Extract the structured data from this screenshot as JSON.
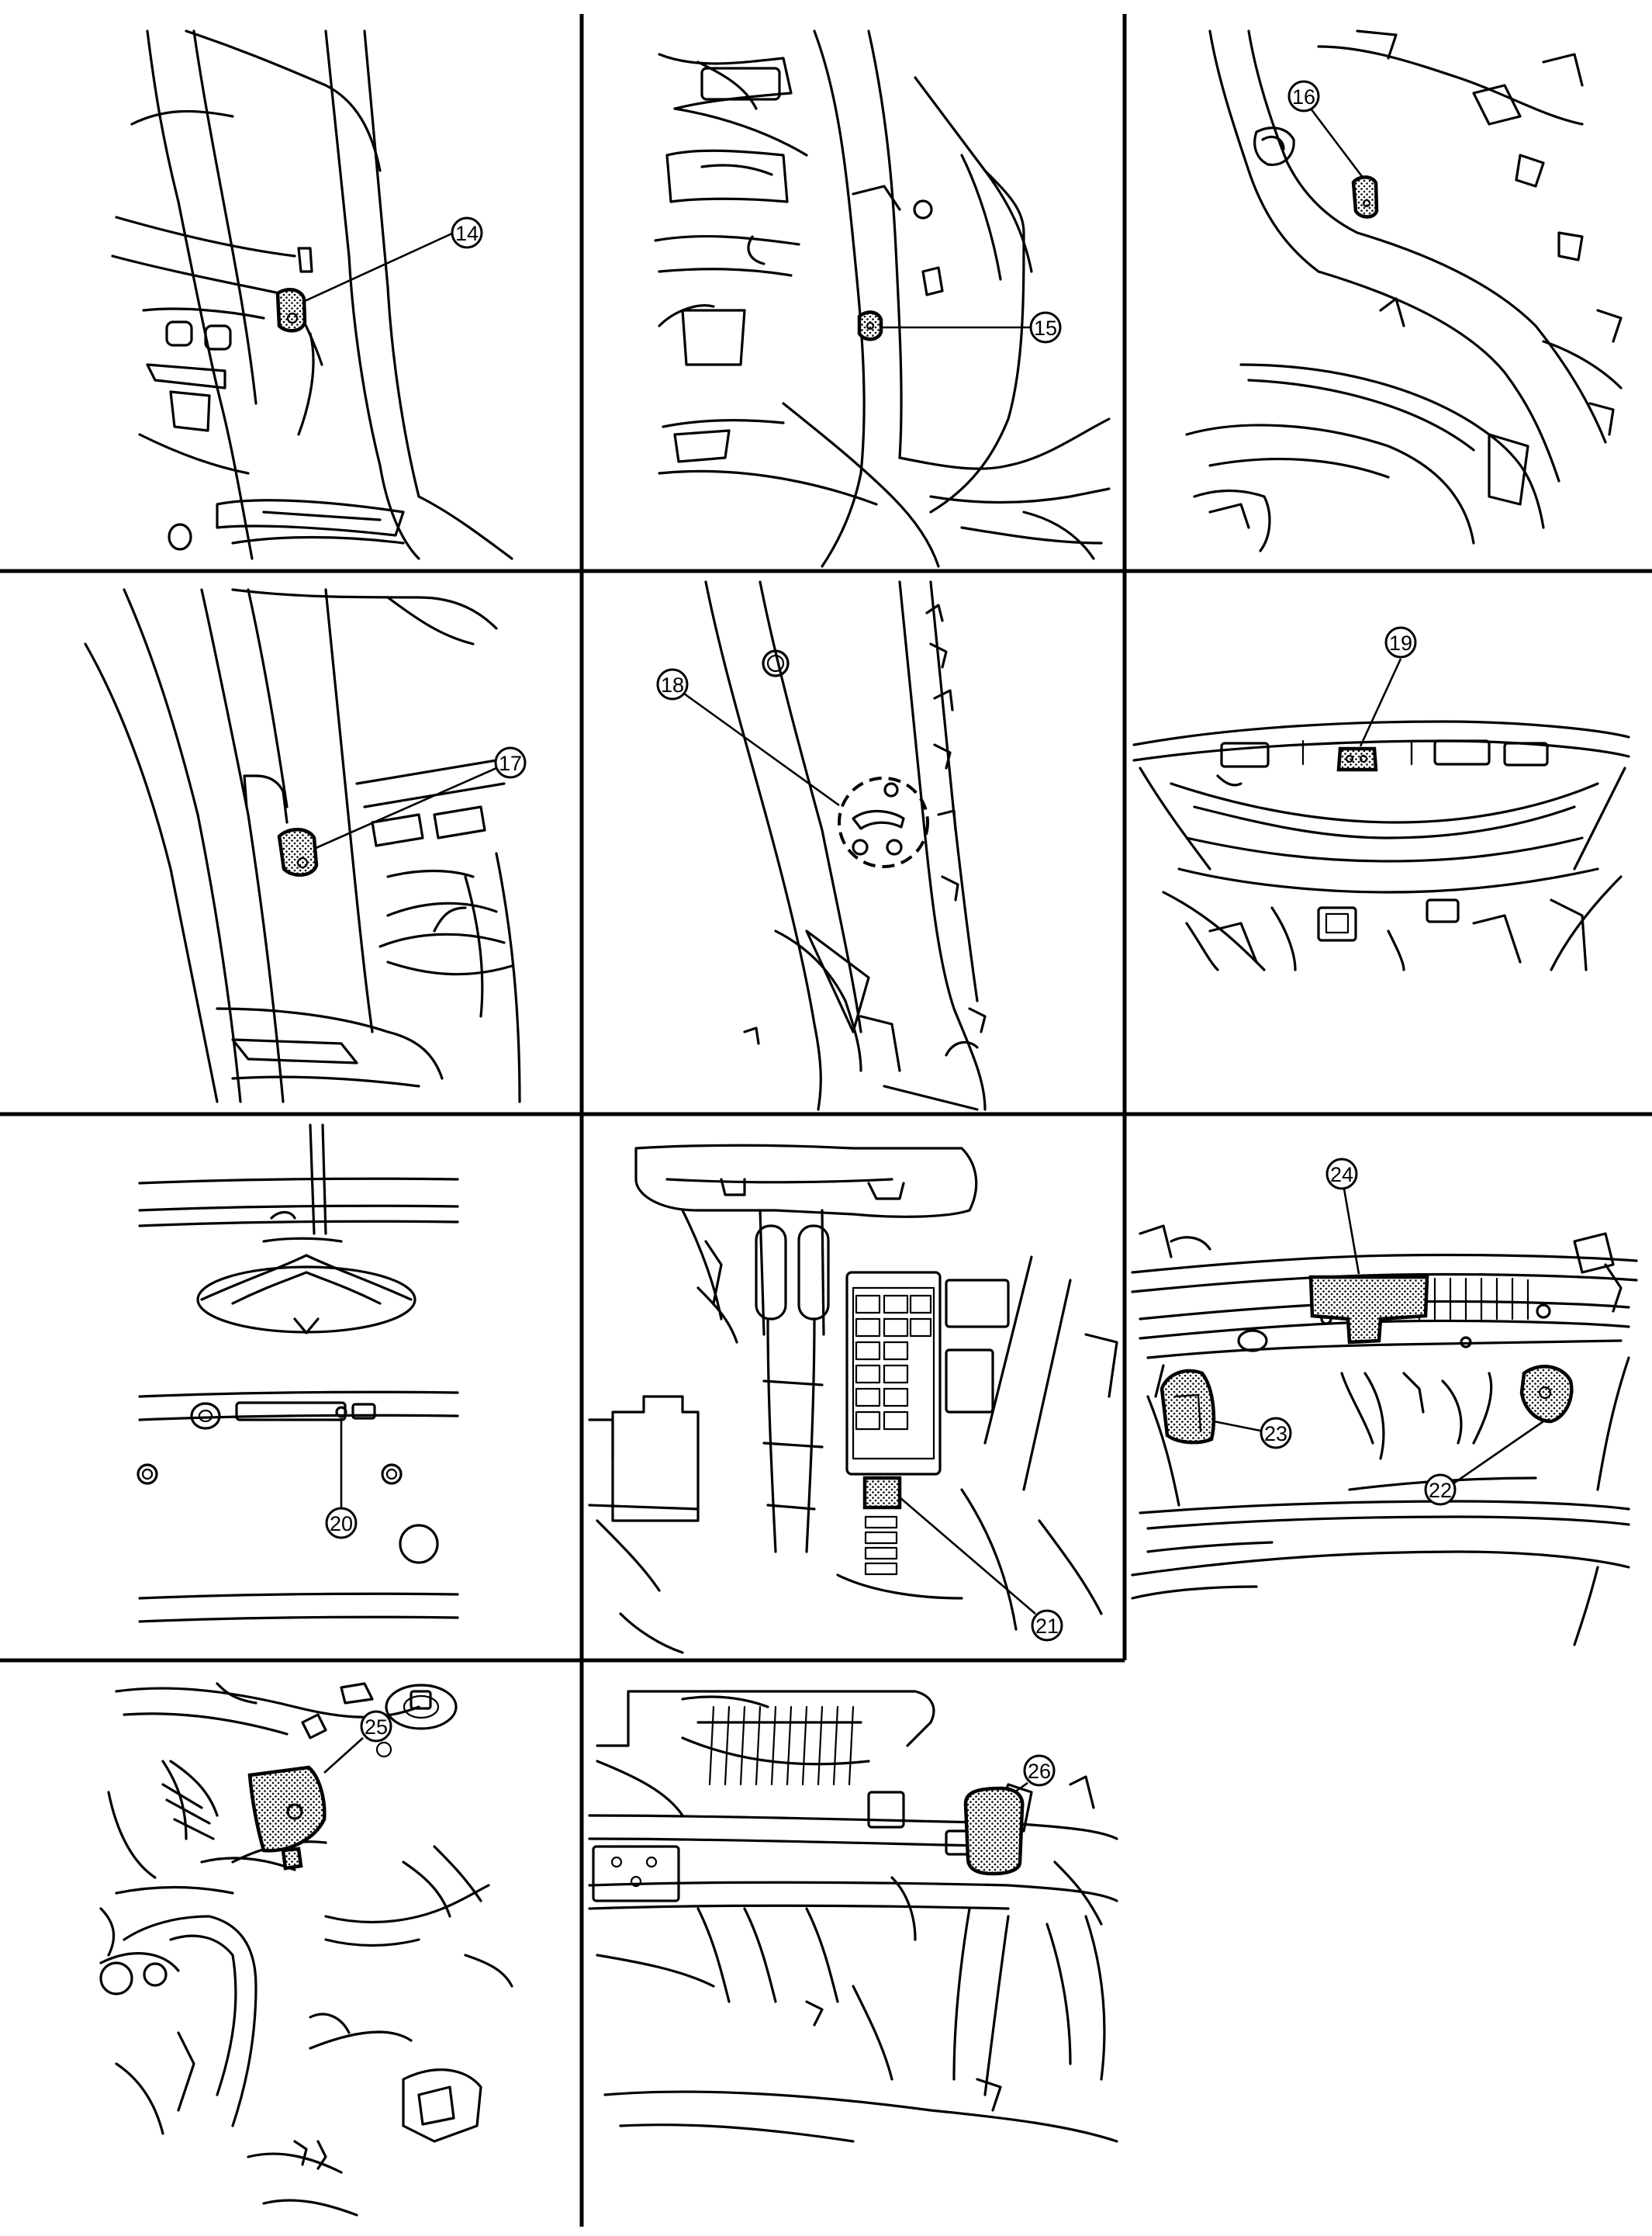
{
  "callouts": {
    "c14": "14",
    "c15": "15",
    "c16": "16",
    "c17": "17",
    "c18": "18",
    "c19": "19",
    "c20": "20",
    "c21": "21",
    "c22": "22",
    "c23": "23",
    "c24": "24",
    "c25": "25",
    "c26": "26"
  }
}
